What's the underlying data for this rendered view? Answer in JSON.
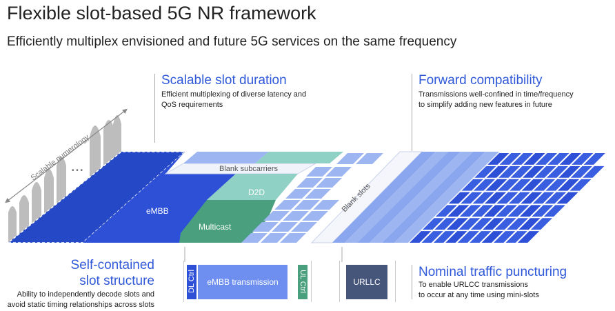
{
  "title": "Flexible slot-based 5G NR framework",
  "subtitle": "Efficiently multiplex envisioned and future 5G services on the same frequency",
  "callouts": {
    "scalable": {
      "heading": "Scalable slot duration",
      "line1": "Efficient multiplexing of diverse latency and",
      "line2": "QoS requirements"
    },
    "forward": {
      "heading": "Forward compatibility",
      "line1": "Transmissions well-confined in time/frequency",
      "line2": "to simplify adding new features in future"
    },
    "self_contained": {
      "heading1": "Self-contained",
      "heading2": "slot structure",
      "line1": "Ability to independently decode slots and",
      "line2": "avoid static timing relationships across slots"
    },
    "puncturing": {
      "heading": "Nominal traffic puncturing",
      "line1": "To enable URLCC transmissions",
      "line2": "to occur at any time using mini-slots"
    }
  },
  "diagram": {
    "numerology_label": "Scalable numerology",
    "ellipsis": "• • •",
    "blank_subcarriers": "Blank subcarriers",
    "blank_slots": "Blank slots",
    "embb": "eMBB",
    "d2d": "D2D",
    "multicast": "Multicast"
  },
  "slot_structure": {
    "dl_ctrl": "DL Ctrl",
    "embb_tx": "eMBB transmission",
    "ul_ctrl": "UL Ctrl"
  },
  "urllc": "URLLC",
  "colors": {
    "accent_blue": "#2f59d8",
    "embb_blue": "#2e50d6",
    "light_blue": "#9db5f0",
    "teal": "#8fd1c4",
    "green": "#4aa07e",
    "urllc_box": "#46557a"
  }
}
